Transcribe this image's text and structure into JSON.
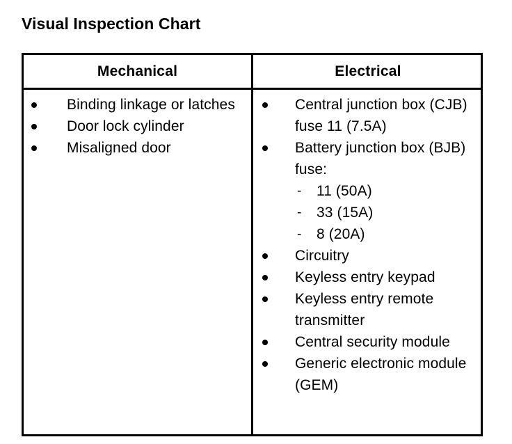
{
  "document": {
    "title": "Visual Inspection Chart"
  },
  "table": {
    "columns": [
      {
        "header": "Mechanical"
      },
      {
        "header": "Electrical"
      }
    ],
    "mechanical": {
      "items": [
        {
          "text": "Binding linkage or latches"
        },
        {
          "text": "Door lock cylinder"
        },
        {
          "text": "Misaligned door"
        }
      ]
    },
    "electrical": {
      "items": [
        {
          "text": "Central junction box (CJB) fuse 11 (7.5A)"
        },
        {
          "text": "Battery junction box (BJB) fuse:",
          "sub_marker": "-",
          "sub_items": [
            {
              "text": "11 (50A)"
            },
            {
              "text": "33 (15A)"
            },
            {
              "text": "8 (20A)"
            }
          ]
        },
        {
          "text": "Circuitry"
        },
        {
          "text": "Keyless entry keypad"
        },
        {
          "text": "Keyless entry remote transmitter"
        },
        {
          "text": "Central  security module"
        },
        {
          "text": "Generic electronic module (GEM)"
        }
      ]
    }
  },
  "style": {
    "ink_color": "#000000",
    "page_color": "#ffffff"
  }
}
